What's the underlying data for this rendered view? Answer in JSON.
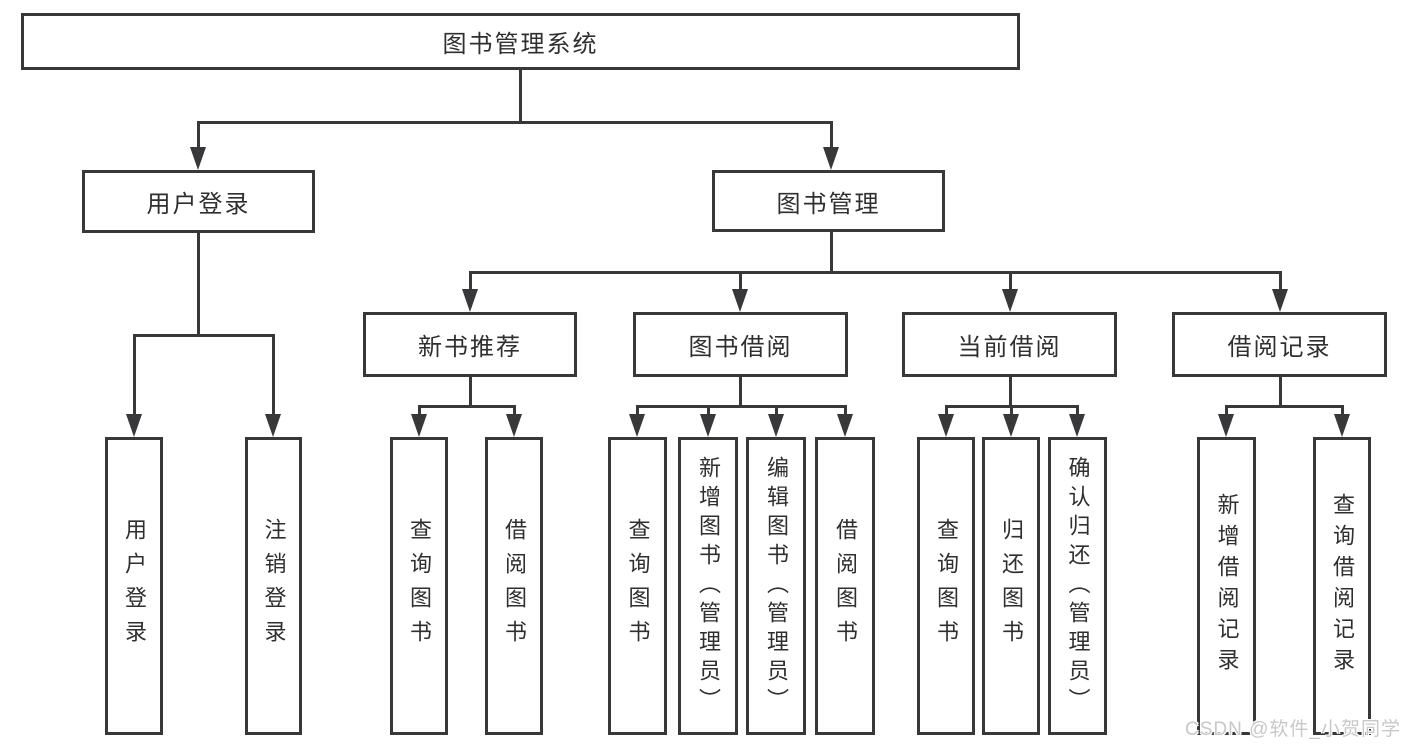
{
  "diagram_title": "图书管理系统",
  "nodes": {
    "root": "图书管理系统",
    "user_login": "用户登录",
    "book_management": "图书管理",
    "new_book_recommend": "新书推荐",
    "book_borrow": "图书借阅",
    "current_borrow": "当前借阅",
    "borrow_record": "借阅记录",
    "leaves": {
      "user_login": "用户登录",
      "logout": "注销登录",
      "newbook_query": "查询图书",
      "newbook_borrow": "借阅图书",
      "borrow_query": "查询图书",
      "borrow_add": "新增图书（管理员）",
      "borrow_edit": "编辑图书（管理员）",
      "borrow_borrow": "借阅图书",
      "current_query": "查询图书",
      "current_return": "归还图书",
      "current_confirm": "确认归还（管理员）",
      "record_add": "新增借阅记录",
      "record_query": "查询借阅记录"
    }
  },
  "structure": {
    "图书管理系统": [
      "用户登录",
      "图书管理"
    ],
    "用户登录": [
      "用户登录",
      "注销登录"
    ],
    "图书管理": [
      "新书推荐",
      "图书借阅",
      "当前借阅",
      "借阅记录"
    ],
    "新书推荐": [
      "查询图书",
      "借阅图书"
    ],
    "图书借阅": [
      "查询图书",
      "新增图书（管理员）",
      "编辑图书（管理员）",
      "借阅图书"
    ],
    "当前借阅": [
      "查询图书",
      "归还图书",
      "确认归还（管理员）"
    ],
    "借阅记录": [
      "新增借阅记录",
      "查询借阅记录"
    ]
  },
  "watermark": "CSDN @软件_小贺同学",
  "colors": {
    "line": "#38383b",
    "text": "#2f2f31",
    "watermark": "#c8c8c8",
    "background": "#ffffff"
  }
}
